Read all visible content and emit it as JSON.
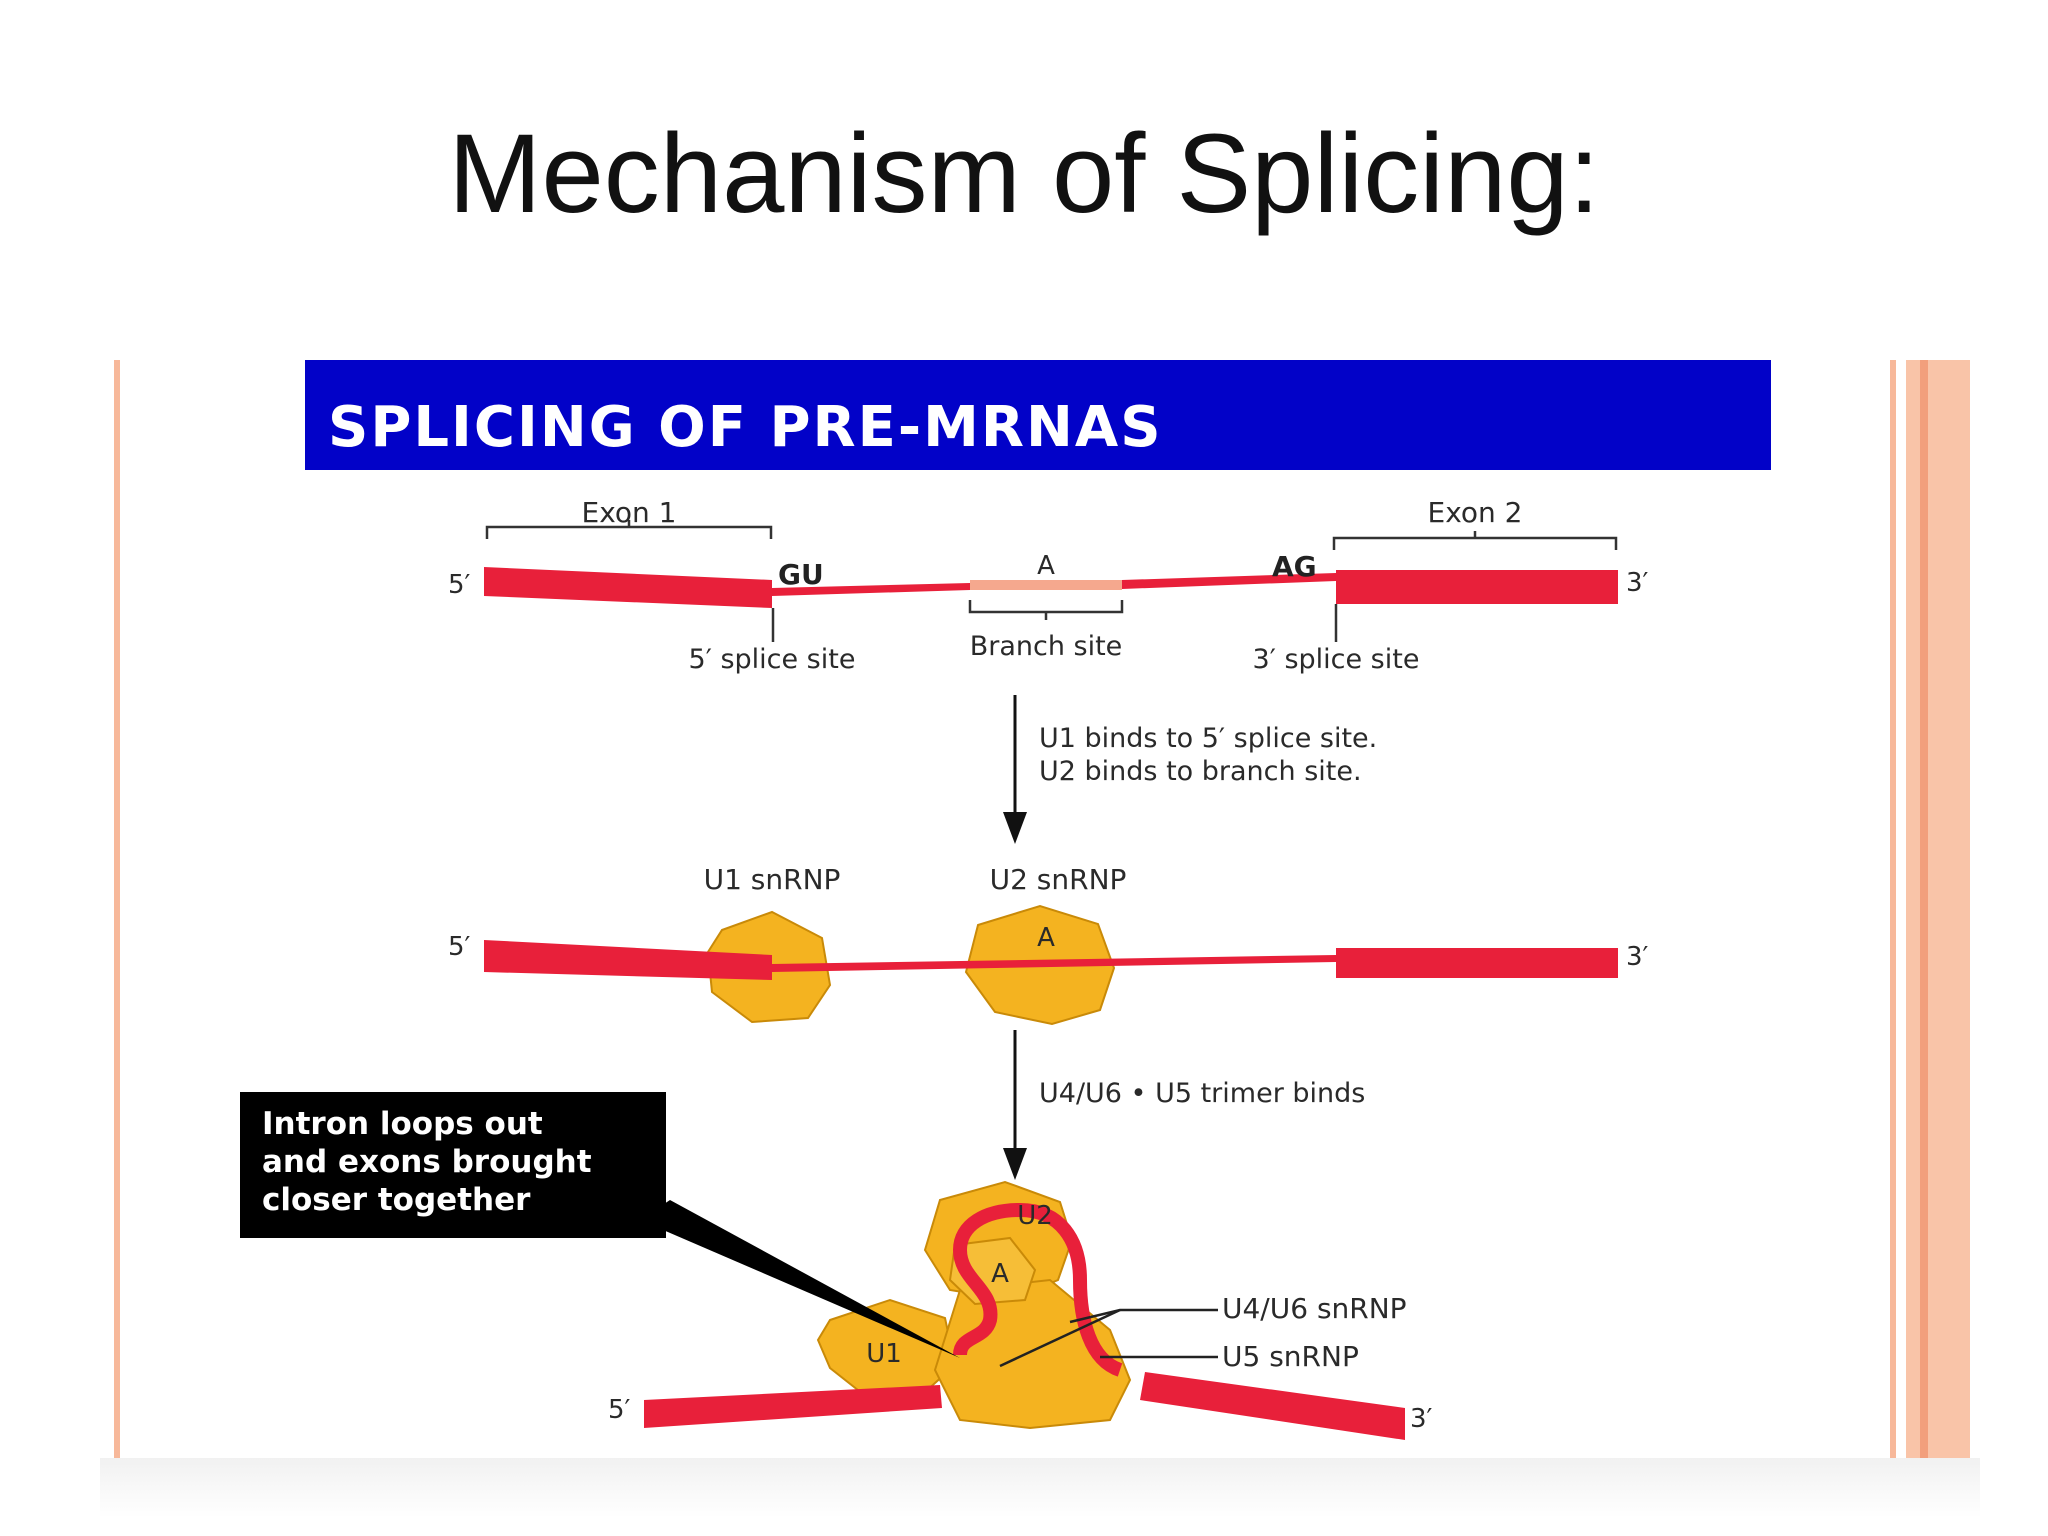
{
  "slide": {
    "title": "Mechanism of Splicing:"
  },
  "header": {
    "text": "SPLICING OF PRE-MRNAS"
  },
  "stage1": {
    "exon1": "Exon 1",
    "exon2": "Exon 2",
    "five_prime": "5′",
    "three_prime": "3′",
    "gu": "GU",
    "ag": "AG",
    "branch_a": "A",
    "splice5": "5′ splice site",
    "branch_site": "Branch site",
    "splice3": "3′ splice site"
  },
  "step1": {
    "line1": "U1 binds to 5′ splice site.",
    "line2": "U2 binds to branch site."
  },
  "stage2": {
    "u1_label": "U1 snRNP",
    "u2_label": "U2 snRNP",
    "a": "A",
    "five_prime": "5′",
    "three_prime": "3′"
  },
  "step2": {
    "text": "U4/U6 • U5 trimer binds"
  },
  "stage3": {
    "u2": "U2",
    "a": "A",
    "u1": "U1",
    "u4u6": "U4/U6 snRNP",
    "u5": "U5 snRNP",
    "five_prime": "5′",
    "three_prime": "3′"
  },
  "callout": {
    "line1": "Intron loops out",
    "line2": "and exons brought",
    "line3": "closer together"
  },
  "colors": {
    "header_bg": "#0202c8",
    "rna_red": "#e8203a",
    "branch_pink": "#f5a88e",
    "protein_gold": "#f4b320",
    "protein_stroke": "#c98a08",
    "border_peach": "#f9c4a8",
    "accent_orange": "#f7913d"
  }
}
